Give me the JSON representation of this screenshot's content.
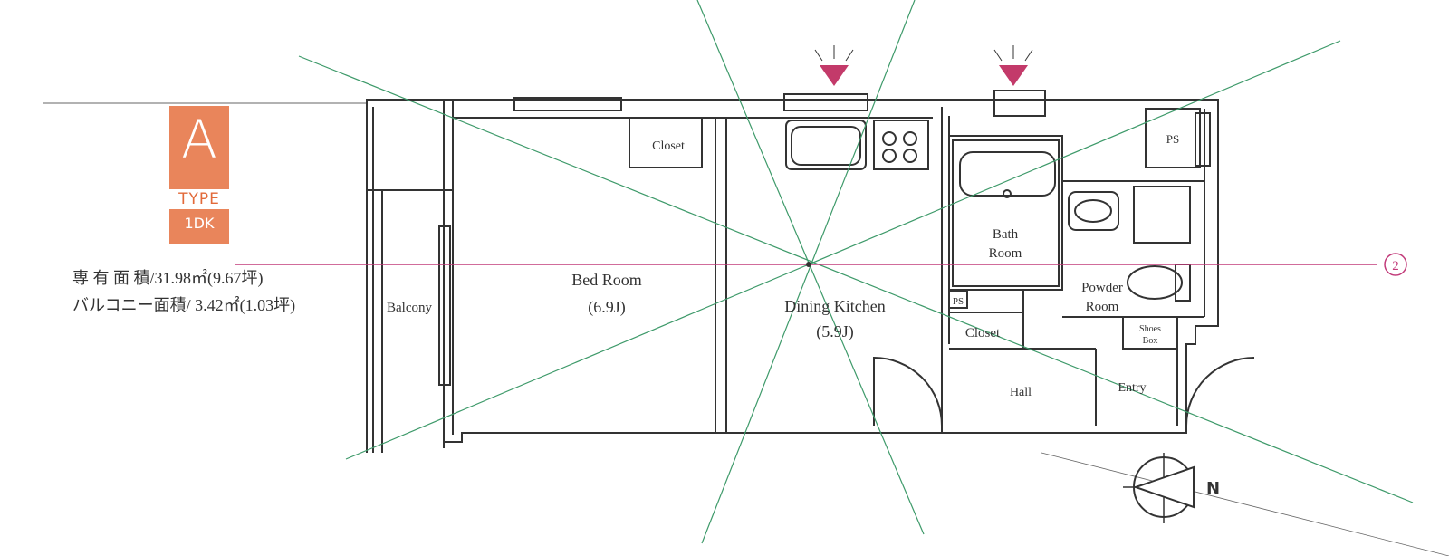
{
  "badge": {
    "letter": "A",
    "type": "TYPE",
    "kind": "1DK"
  },
  "areas": {
    "private": "専 有 面 積/31.98㎡(9.67坪)",
    "balcony": "バルコニー面積/ 3.42㎡(1.03坪)"
  },
  "rooms": {
    "balcony": "Balcony",
    "bedroom": "Bed Room",
    "bedroom_size": "(6.9J)",
    "closet_upper": "Closet",
    "dining": "Dining Kitchen",
    "dining_size": "(5.9J)",
    "bath_1": "Bath",
    "bath_2": "Room",
    "ps_small": "PS",
    "ps_corner": "PS",
    "powder_1": "Powder",
    "powder_2": "Room",
    "closet_lower": "Closet",
    "shoes_1": "Shoes",
    "shoes_2": "Box",
    "hall": "Hall",
    "entry": "Entry"
  },
  "compass": {
    "north": "N"
  },
  "annotations": {
    "circle_label": "2"
  },
  "colors": {
    "badge": "#e9855b",
    "walls": "#333333",
    "green_lines": "#3e9a6a",
    "pink_line": "#c23b7a",
    "arrows": "#c33a6a"
  }
}
